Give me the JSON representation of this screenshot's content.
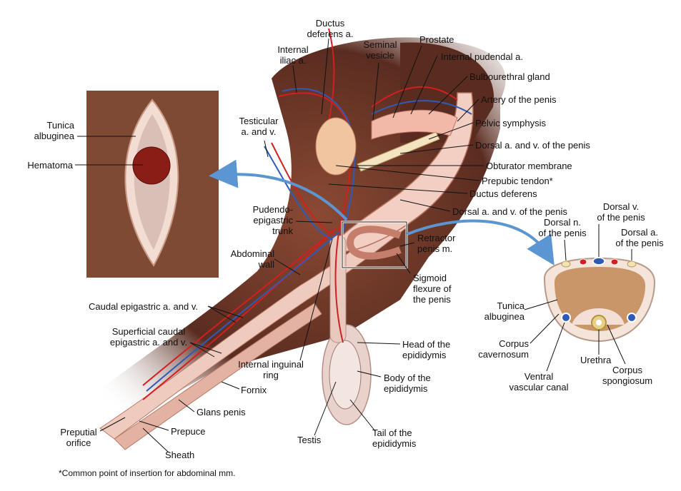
{
  "labels": {
    "ductus_deferens_a": "Ductus\ndeferens a.",
    "internal_iliac_a": "Internal\niliac a.",
    "seminal_vesicle": "Seminal\nvesicle",
    "prostate": "Prostate",
    "internal_pudendal_a": "Internal pudendal a.",
    "bulbourethral_gland": "Bulbourethral gland",
    "artery_of_the_penis": "Artery of the penis",
    "pelvic_symphysis": "Pelvic symphysis",
    "dorsal_av_penis_top": "Dorsal a. and v. of the penis",
    "obturator_membrane": "Obturator membrane",
    "prepubic_tendon": "Prepubic tendon*",
    "ductus_deferens": "Ductus deferens",
    "dorsal_av_penis_mid": "Dorsal a. and v. of the penis",
    "testicular_av": "Testicular\na. and v.",
    "tunica_albuginea_inset": "Tunica\nalbuginea",
    "hematoma": "Hematoma",
    "pudendo_epigastric_trunk": "Pudendo-\nepigastric\ntrunk",
    "abdominal_wall": "Abdominal\nwall",
    "retractor_penis": "Retractor\npenis m.",
    "sigmoid_flexure": "Sigmoid\nflexure of\nthe penis",
    "caudal_epigastric": "Caudal epigastric a. and v.",
    "superficial_caudal_epigastric": "Superficial caudal\nepigastric a. and v.",
    "head_epididymis": "Head of the\nepididymis",
    "internal_inguinal_ring": "Internal inguinal\nring",
    "body_epididymis": "Body of the\nepididymis",
    "fornix": "Fornix",
    "glans_penis": "Glans penis",
    "preputial_orifice": "Preputial\norifice",
    "prepuce": "Prepuce",
    "testis": "Testis",
    "tail_epididymis": "Tail of the\nepididymis",
    "sheath": "Sheath",
    "dorsal_v_penis_xs": "Dorsal v.\nof the penis",
    "dorsal_n_penis_xs": "Dorsal n.\nof the penis",
    "dorsal_a_penis_xs": "Dorsal a.\nof the penis",
    "tunica_albuginea_xs": "Tunica\nalbuginea",
    "corpus_cavernosum": "Corpus\ncavernosum",
    "urethra": "Urethra",
    "corpus_spongiosum": "Corpus\nspongiosum",
    "ventral_vascular_canal": "Ventral\nvascular canal"
  },
  "footnote": "*Common point of insertion for abdominal mm.",
  "colors": {
    "artery": "#d21f1f",
    "vein": "#2f5bb8",
    "skin": "#f3d2c8",
    "body_brown": "#5a2c20",
    "inset_bg": "#7e4a33",
    "cavernous": "#c9966a",
    "arrow": "#5b95d2"
  }
}
